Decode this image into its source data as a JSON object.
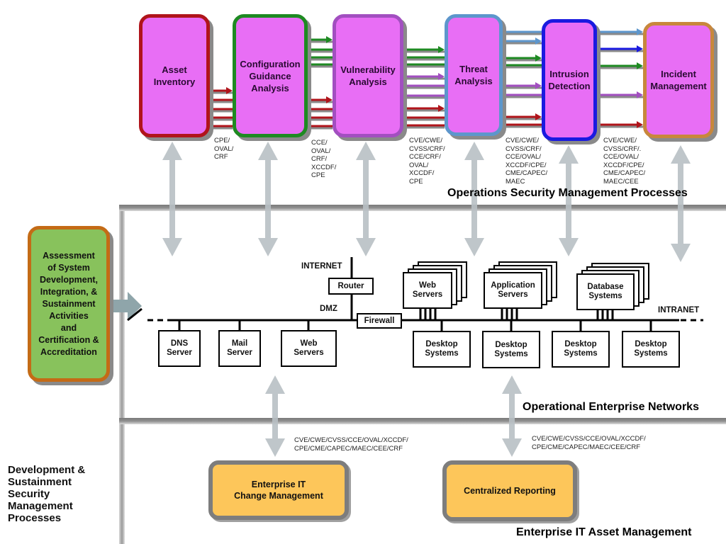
{
  "operations": {
    "section_title": "Operations Security Management Processes",
    "processes": [
      {
        "id": "asset-inventory",
        "label": "Asset\nInventory",
        "border_color": "#b0141b"
      },
      {
        "id": "configuration-guidance-analysis",
        "label": "Configuration\nGuidance\nAnalysis",
        "border_color": "#1e8a22"
      },
      {
        "id": "vulnerability-analysis",
        "label": "Vulnerability\nAnalysis",
        "border_color": "#a24fc0"
      },
      {
        "id": "threat-analysis",
        "label": "Threat\nAnalysis",
        "border_color": "#5d96cc"
      },
      {
        "id": "intrusion-detection",
        "label": "Intrusion\nDetection",
        "border_color": "#1a1ae0"
      },
      {
        "id": "incident-management",
        "label": "Incident\nManagement",
        "border_color": "#c8873c"
      }
    ],
    "fill_color": "#e86ef5",
    "flow_codes": [
      "CPE/\nOVAL/\nCRF",
      "CCE/\nOVAL/\nCRF/\nXCCDF/\nCPE",
      "CVE/CWE/\nCVSS/CRF/\nCCE/CRF/\nOVAL/\nXCCDF/\nCPE",
      "CVE/CWE/\nCVSS/CRF/\nCCE/OVAL/\nXCCDF/CPE/\nCME/CAPEC/\nMAEC",
      "CVE/CWE/\nCVSS/CRF/.\nCCE/OVAL/\nXCCDF/CPE/\nCME/CAPEC/\nMAEC/CEE"
    ]
  },
  "development": {
    "title": "Development &\nSustainment\nSecurity\nManagement\nProcesses",
    "assessment_box": "Assessment\nof System\nDevelopment,\nIntegration, &\nSustainment\nActivities\nand\nCertification &\nAccreditation"
  },
  "network": {
    "section_title": "Operational Enterprise Networks",
    "labels": {
      "internet": "INTERNET",
      "dmz": "DMZ",
      "intranet": "INTRANET"
    },
    "router": "Router",
    "firewall": "Firewall",
    "dmz_nodes": [
      "DNS\nServer",
      "Mail\nServer",
      "Web\nServers"
    ],
    "server_stacks": [
      "Web\nServers",
      "Application\nServers",
      "Database\nSystems"
    ],
    "desktops": [
      "Desktop\nSystems",
      "Desktop\nSystems",
      "Desktop\nSystems",
      "Desktop\nSystems"
    ]
  },
  "asset_management": {
    "section_title": "Enterprise IT Asset Management",
    "boxes": [
      {
        "label": "Enterprise IT\nChange Management",
        "codes": "CVE/CWE/CVSS/CCE/OVAL/XCCDF/\nCPE/CME/CAPEC/MAEC/CEE/CRF"
      },
      {
        "label": "Centralized Reporting",
        "codes": "CVE/CWE/CVSS/CCE/OVAL/XCCDF/\nCPE/CME/CAPEC/MAEC/CEE/CRF"
      }
    ]
  },
  "flow_colors": {
    "red": "#b0141b",
    "green": "#1e8a22",
    "purple": "#a24fc0",
    "lightblue": "#5d96cc",
    "blue": "#1a1ae0"
  }
}
